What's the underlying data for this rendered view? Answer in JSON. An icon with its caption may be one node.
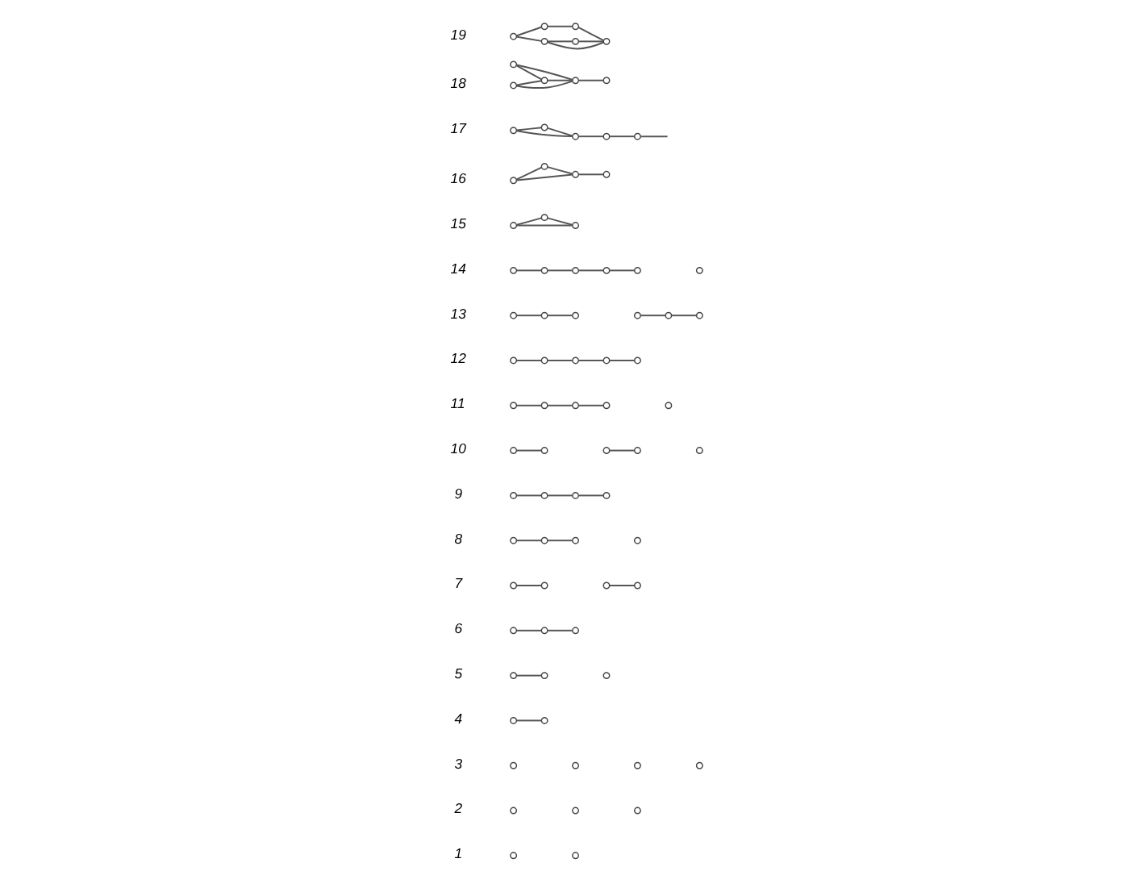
{
  "diagram": {
    "nodes": [
      {
        "text": [],
        "shape": "circle",
        "beside": [
          "1"
        ]
      },
      {
        "text": [],
        "shape": "circle"
      },
      {
        "text": [],
        "shape": "circle",
        "beside": [
          "2"
        ]
      },
      {
        "text": [],
        "shape": "circle"
      },
      {
        "text": [],
        "shape": "circle"
      },
      {
        "text": [],
        "shape": "circle",
        "beside": [
          "3"
        ]
      },
      {
        "text": [],
        "shape": "circle"
      },
      {
        "text": [],
        "shape": "circle"
      },
      {
        "text": [],
        "shape": "circle"
      },
      {
        "text": [],
        "shape": "circle",
        "beside": [
          "4"
        ]
      },
      {
        "text": [],
        "shape": "circle"
      },
      {
        "text": [],
        "shape": "circle",
        "beside": [
          "5"
        ]
      },
      {
        "text": [],
        "shape": "circle"
      },
      {
        "text": [],
        "shape": "circle"
      },
      {
        "text": [],
        "shape": "circle",
        "beside": [
          "6"
        ]
      },
      {
        "text": [],
        "shape": "circle"
      },
      {
        "text": [],
        "shape": "circle"
      },
      {
        "text": [],
        "shape": "circle",
        "beside": [
          "7"
        ]
      },
      {
        "text": [],
        "shape": "circle"
      },
      {
        "text": [],
        "shape": "circle"
      },
      {
        "text": [],
        "shape": "circle"
      },
      {
        "text": [],
        "shape": "circle",
        "beside": [
          "8"
        ]
      },
      {
        "text": [],
        "shape": "circle"
      },
      {
        "text": [],
        "shape": "circle"
      },
      {
        "text": [],
        "shape": "circle"
      },
      {
        "text": [],
        "shape": "circle",
        "beside": [
          "9"
        ]
      },
      {
        "text": [],
        "shape": "circle"
      },
      {
        "text": [],
        "shape": "circle"
      },
      {
        "text": [],
        "shape": "circle"
      },
      {
        "text": [],
        "shape": "circle",
        "beside": [
          "10"
        ]
      },
      {
        "text": [],
        "shape": "circle"
      },
      {
        "text": [],
        "shape": "circle"
      },
      {
        "text": [],
        "shape": "circle"
      },
      {
        "text": [],
        "shape": "circle"
      },
      {
        "text": [],
        "shape": "circle",
        "beside": [
          "11"
        ]
      },
      {
        "text": [],
        "shape": "circle"
      },
      {
        "text": [],
        "shape": "circle"
      },
      {
        "text": [],
        "shape": "circle"
      },
      {
        "text": [],
        "shape": "circle"
      },
      {
        "text": [],
        "shape": "circle",
        "beside": [
          "12"
        ]
      },
      {
        "text": [],
        "shape": "circle"
      },
      {
        "text": [],
        "shape": "circle"
      },
      {
        "text": [],
        "shape": "circle"
      },
      {
        "text": [],
        "shape": "circle"
      },
      {
        "text": [],
        "shape": "circle",
        "beside": [
          "13"
        ]
      },
      {
        "text": [],
        "shape": "circle"
      },
      {
        "text": [],
        "shape": "circle"
      },
      {
        "text": [],
        "shape": "circle"
      },
      {
        "text": [],
        "shape": "circle"
      },
      {
        "text": [],
        "shape": "circle"
      },
      {
        "text": [],
        "shape": "circle",
        "beside": [
          "14"
        ]
      },
      {
        "text": [],
        "shape": "circle"
      },
      {
        "text": [],
        "shape": "circle"
      },
      {
        "text": [],
        "shape": "circle"
      },
      {
        "text": [],
        "shape": "circle"
      },
      {
        "text": [],
        "shape": "circle"
      },
      {
        "text": [],
        "shape": "circle",
        "beside": [
          "15"
        ]
      },
      {
        "text": [],
        "shape": "circle"
      },
      {
        "text": [],
        "shape": "circle"
      },
      {
        "text": [],
        "shape": "circle",
        "beside": [
          "16"
        ]
      },
      {
        "text": [],
        "shape": "circle"
      },
      {
        "text": [],
        "shape": "circle"
      },
      {
        "text": [],
        "shape": "circle"
      },
      {
        "text": [],
        "shape": "circle",
        "beside": [
          "17"
        ]
      },
      {
        "text": [],
        "shape": "circle"
      },
      {
        "text": [],
        "shape": "circle"
      },
      {
        "text": [],
        "shape": "circle"
      },
      {
        "text": [],
        "shape": "circle"
      },
      {
        "text": [],
        "shape": "circle",
        "beside": [
          "18"
        ]
      },
      {
        "text": [],
        "shape": "circle"
      },
      {
        "text": [],
        "shape": "circle"
      },
      {
        "text": [],
        "shape": "circle"
      },
      {
        "text": [],
        "shape": "circle"
      },
      {
        "text": [],
        "shape": "circle",
        "beside": [
          "19"
        ]
      },
      {
        "text": [],
        "shape": "circle"
      },
      {
        "text": [],
        "shape": "circle"
      },
      {
        "text": [],
        "shape": "circle"
      },
      {
        "text": [],
        "shape": "circle"
      },
      {
        "text": [],
        "shape": "circle"
      }
    ],
    "edges": [
      {
        "from": 9,
        "to": 10,
        "arrow": "none"
      },
      {
        "from": 11,
        "to": 12,
        "arrow": "none"
      },
      {
        "from": 14,
        "to": 15,
        "arrow": "none"
      },
      {
        "from": 15,
        "to": 16,
        "arrow": "none"
      },
      {
        "from": 17,
        "to": 18,
        "arrow": "none"
      },
      {
        "from": 19,
        "to": 20,
        "arrow": "none"
      },
      {
        "from": 21,
        "to": 22,
        "arrow": "none"
      },
      {
        "from": 22,
        "to": 23,
        "arrow": "none"
      },
      {
        "from": 25,
        "to": 26,
        "arrow": "none"
      },
      {
        "from": 26,
        "to": 27,
        "arrow": "none"
      },
      {
        "from": 27,
        "to": 28,
        "arrow": "none"
      },
      {
        "from": 29,
        "to": 30,
        "arrow": "none"
      },
      {
        "from": 31,
        "to": 32,
        "arrow": "none"
      },
      {
        "from": 34,
        "to": 35,
        "arrow": "none"
      },
      {
        "from": 35,
        "to": 36,
        "arrow": "none"
      },
      {
        "from": 36,
        "to": 37,
        "arrow": "none"
      },
      {
        "from": 39,
        "to": 40,
        "arrow": "none"
      },
      {
        "from": 40,
        "to": 41,
        "arrow": "none"
      },
      {
        "from": 41,
        "to": 42,
        "arrow": "none"
      },
      {
        "from": 42,
        "to": 43,
        "arrow": "none"
      },
      {
        "from": 44,
        "to": 45,
        "arrow": "none"
      },
      {
        "from": 45,
        "to": 46,
        "arrow": "none"
      },
      {
        "from": 47,
        "to": 48,
        "arrow": "none"
      },
      {
        "from": 48,
        "to": 49,
        "arrow": "none"
      },
      {
        "from": 50,
        "to": 51,
        "arrow": "none"
      },
      {
        "from": 51,
        "to": 52,
        "arrow": "none"
      },
      {
        "from": 52,
        "to": 53,
        "arrow": "none"
      },
      {
        "from": 53,
        "to": 54,
        "arrow": "none"
      },
      {
        "from": 56,
        "to": 57,
        "arrow": "none"
      },
      {
        "from": 56,
        "to": 58,
        "arrow": "none"
      },
      {
        "from": 57,
        "to": 58,
        "arrow": "none"
      },
      {
        "from": 59,
        "to": 60,
        "arrow": "none"
      },
      {
        "from": 59,
        "to": 61,
        "arrow": "none"
      },
      {
        "from": 60,
        "to": 61,
        "arrow": "none"
      },
      {
        "from": 61,
        "to": 62,
        "arrow": "none"
      },
      {
        "from": 63,
        "to": 64,
        "arrow": "none"
      },
      {
        "from": 63,
        "to": 65,
        "arrow": "none"
      },
      {
        "from": 64,
        "to": 65,
        "arrow": "none"
      },
      {
        "from": 65,
        "to": 66,
        "arrow": "none"
      },
      {
        "from": 66,
        "to": 67,
        "arrow": "none"
      },
      {
        "from": 67,
        "to": null,
        "arrow": "none"
      },
      {
        "from": 68,
        "to": 70,
        "arrow": "none"
      },
      {
        "from": 68,
        "to": 71,
        "arrow": "none"
      },
      {
        "from": 69,
        "to": 71,
        "arrow": "none"
      },
      {
        "from": 69,
        "to": 70,
        "arrow": "none"
      },
      {
        "from": 70,
        "to": 71,
        "arrow": "none"
      },
      {
        "from": 71,
        "to": 72,
        "arrow": "none"
      },
      {
        "from": 73,
        "to": 74,
        "arrow": "none"
      },
      {
        "from": 73,
        "to": 75,
        "arrow": "none"
      },
      {
        "from": 74,
        "to": 76,
        "arrow": "none"
      },
      {
        "from": 75,
        "to": 77,
        "arrow": "none"
      },
      {
        "from": 76,
        "to": 78,
        "arrow": "none"
      },
      {
        "from": 77,
        "to": 78,
        "arrow": "none"
      },
      {
        "from": 75,
        "to": 78,
        "arrow": "none"
      }
    ]
  }
}
